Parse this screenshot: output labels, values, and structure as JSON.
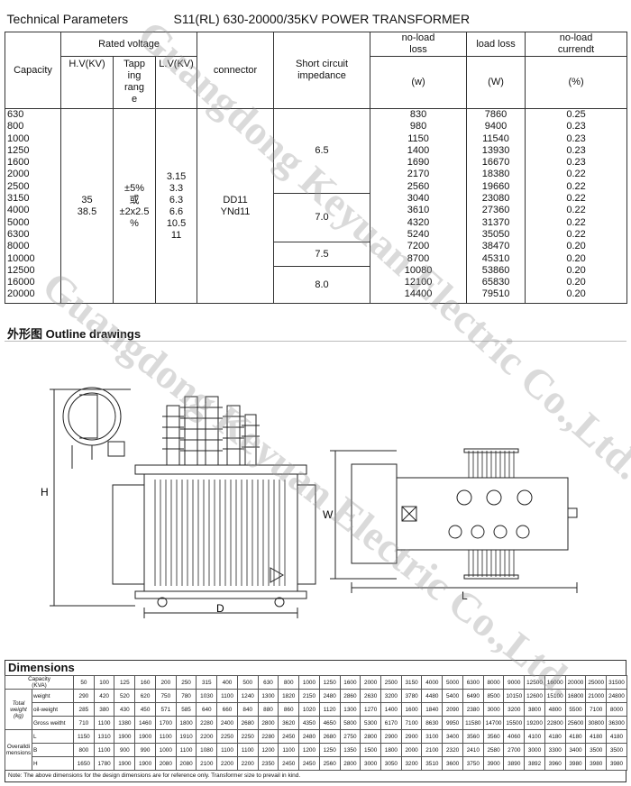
{
  "tech": {
    "title": "Technical Parameters",
    "subtitle": "S11(RL) 630-20000/35KV  POWER TRANSFORMER",
    "headers": {
      "capacity": "Capacity",
      "rated_voltage": "Rated voltage",
      "hv": "H.V(KV)",
      "tapping": [
        "Tapp",
        "ing",
        "rang",
        "e"
      ],
      "lv": "L.V(KV)",
      "connector": "connector",
      "impedance": [
        "Short circuit",
        "impedance"
      ],
      "noload_loss": [
        "no-load",
        "loss"
      ],
      "noload_loss_unit": "(w)",
      "load_loss": "load loss",
      "load_loss_unit": "(W)",
      "noload_current": [
        "no-load",
        "currendt"
      ],
      "noload_current_unit": "(%)"
    },
    "hv_values": [
      "35",
      "38.5"
    ],
    "tapping_values": [
      "±5%",
      "或",
      "±2x2.5",
      "%"
    ],
    "lv_values": [
      "3.15",
      "3.3",
      "6.3",
      "6.6",
      "10.5",
      "11"
    ],
    "connector_values": [
      "DD11",
      "YNd11"
    ],
    "impedance_groups": [
      "6.5",
      "7.0",
      "7.5",
      "8.0"
    ],
    "capacity": [
      "630",
      "800",
      "1000",
      "1250",
      "1600",
      "2000",
      "2500",
      "3150",
      "4000",
      "5000",
      "6300",
      "8000",
      "10000",
      "12500",
      "16000",
      "20000"
    ],
    "noload_loss": [
      "830",
      "980",
      "1150",
      "1400",
      "1690",
      "2170",
      "2560",
      "3040",
      "3610",
      "4320",
      "5240",
      "7200",
      "8700",
      "10080",
      "12100",
      "14400"
    ],
    "load_loss": [
      "7860",
      "9400",
      "11540",
      "13930",
      "16670",
      "18380",
      "19660",
      "23080",
      "27360",
      "31370",
      "35050",
      "38470",
      "45310",
      "53860",
      "65830",
      "79510"
    ],
    "noload_current": [
      "0.25",
      "0.23",
      "0.23",
      "0.23",
      "0.23",
      "0.22",
      "0.22",
      "0.22",
      "0.22",
      "0.22",
      "0.22",
      "0.20",
      "0.20",
      "0.20",
      "0.20",
      "0.20"
    ]
  },
  "outline": {
    "title": "外形图 Outline drawings",
    "labels": {
      "h": "H",
      "d": "D",
      "w": "W",
      "l": "L"
    }
  },
  "dims": {
    "title": "Dimensions",
    "capacity_label": [
      "Capacity",
      "(KVA)"
    ],
    "total_weight_label": [
      "Total",
      "weight",
      "(kg)"
    ],
    "overall_label": [
      "Overalldi",
      "mensions"
    ],
    "capacities": [
      "50",
      "100",
      "125",
      "160",
      "200",
      "250",
      "315",
      "400",
      "500",
      "630",
      "800",
      "1000",
      "1250",
      "1600",
      "2000",
      "2500",
      "3150",
      "4000",
      "5000",
      "6300",
      "8000",
      "9000",
      "12500",
      "16000",
      "20000",
      "25000",
      "31500"
    ],
    "rows": [
      {
        "label": "weight",
        "values": [
          "290",
          "420",
          "520",
          "620",
          "750",
          "780",
          "1030",
          "1100",
          "1240",
          "1300",
          "1820",
          "2150",
          "2480",
          "2860",
          "2630",
          "3200",
          "3780",
          "4480",
          "5400",
          "6490",
          "8500",
          "10150",
          "12600",
          "15100",
          "16800",
          "21000",
          "24800"
        ]
      },
      {
        "label": "oil-weight",
        "values": [
          "285",
          "380",
          "430",
          "450",
          "571",
          "585",
          "640",
          "660",
          "840",
          "880",
          "860",
          "1020",
          "1120",
          "1300",
          "1270",
          "1400",
          "1600",
          "1840",
          "2090",
          "2380",
          "3000",
          "3200",
          "3800",
          "4800",
          "5500",
          "7100",
          "8000"
        ]
      },
      {
        "label": "Gross weitht",
        "values": [
          "710",
          "1100",
          "1380",
          "1460",
          "1700",
          "1800",
          "2280",
          "2400",
          "2680",
          "2800",
          "3620",
          "4350",
          "4650",
          "5800",
          "5300",
          "6170",
          "7100",
          "8630",
          "9950",
          "11580",
          "14700",
          "15500",
          "19200",
          "22800",
          "25600",
          "30800",
          "36300"
        ]
      },
      {
        "label": "L",
        "values": [
          "1150",
          "1310",
          "1900",
          "1900",
          "1100",
          "1910",
          "2200",
          "2250",
          "2250",
          "2280",
          "2450",
          "2480",
          "2680",
          "2750",
          "2800",
          "2900",
          "2900",
          "3100",
          "3400",
          "3560",
          "3560",
          "4060",
          "4100",
          "4180",
          "4180",
          "4180",
          "4180"
        ]
      },
      {
        "label": "B",
        "values": [
          "800",
          "1100",
          "900",
          "990",
          "1000",
          "1100",
          "1080",
          "1100",
          "1100",
          "1200",
          "1100",
          "1200",
          "1250",
          "1350",
          "1500",
          "1800",
          "2000",
          "2100",
          "2320",
          "2410",
          "2580",
          "2700",
          "3000",
          "3300",
          "3400",
          "3500",
          "3500"
        ]
      },
      {
        "label": "H",
        "values": [
          "1650",
          "1780",
          "1900",
          "1900",
          "2080",
          "2080",
          "2100",
          "2200",
          "2200",
          "2350",
          "2450",
          "2450",
          "2560",
          "2800",
          "3000",
          "3050",
          "3200",
          "3510",
          "3600",
          "3750",
          "3900",
          "3890",
          "3892",
          "3960",
          "3980",
          "3980",
          "3980"
        ]
      }
    ],
    "note": "Note: The above dimensions for the design dimensions are for reference only. Transformer size to prevail in kind."
  },
  "watermark": {
    "line1": "Guangdong Keyuan Electric Co.,Ltd.",
    "line2": "Guangdong Keyuan Electric Co.,Ltd."
  }
}
